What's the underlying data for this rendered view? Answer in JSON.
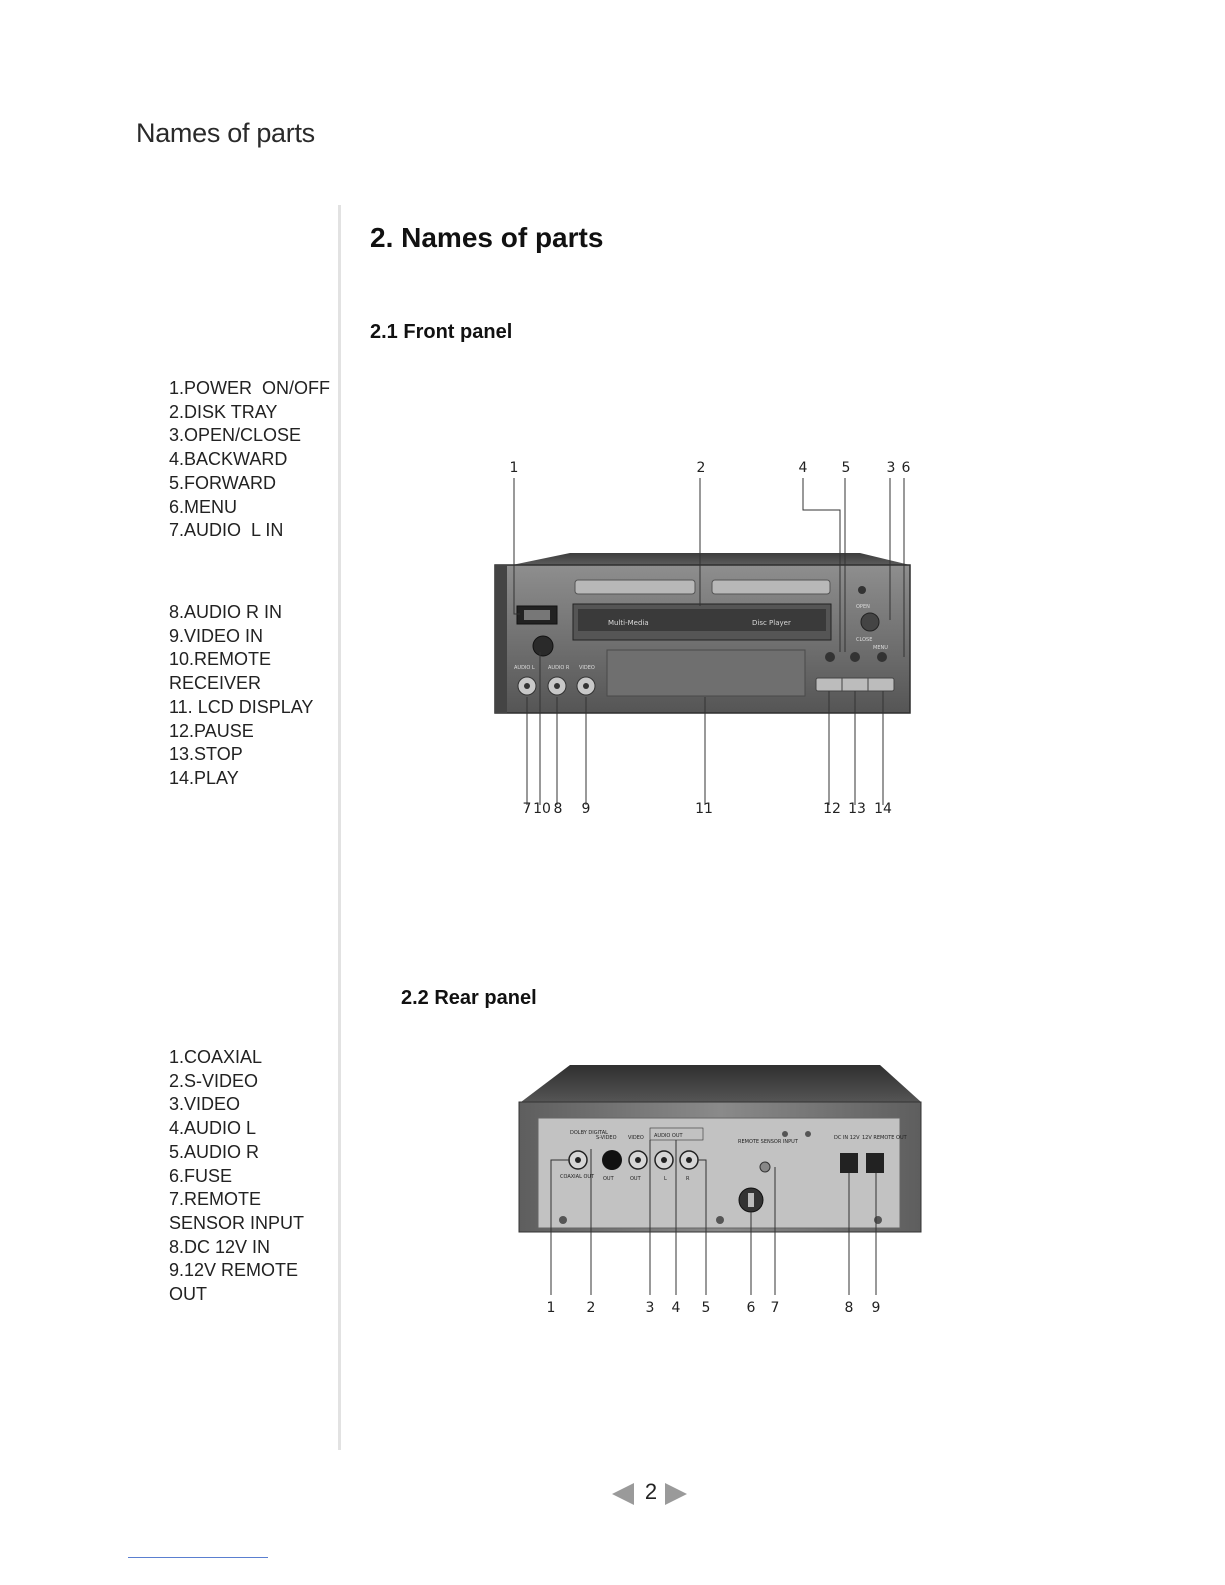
{
  "header": {
    "title": "Names of parts"
  },
  "section": {
    "title": "2.  Names of parts",
    "front_heading": "2.1  Front panel",
    "rear_heading": "2.2 Rear panel"
  },
  "front_panel": {
    "legend_group_a": [
      "1.POWER  ON/OFF",
      "2.DISK TRAY",
      "3.OPEN/CLOSE",
      "4.BACKWARD",
      "5.FORWARD",
      "6.MENU",
      "7.AUDIO  L IN"
    ],
    "legend_group_b": [
      "8.AUDIO R IN",
      "9.VIDEO IN",
      "10.REMOTE",
      "RECEIVER",
      "11. LCD DISPLAY",
      "12.PAUSE",
      "13.STOP",
      "14.PLAY"
    ],
    "callouts_top": [
      "1",
      "2",
      "4",
      "5",
      "3",
      "6"
    ],
    "callouts_bottom": [
      "7",
      "10",
      "8",
      "9",
      "11",
      "12",
      "13",
      "14"
    ],
    "device_labels": {
      "brand_left": "Multi-Media",
      "brand_right": "Disc Player",
      "open": "OPEN",
      "close": "CLOSE",
      "menu": "MENU",
      "jacks": [
        "AUDIO L",
        "AUDIO R",
        "VIDEO"
      ]
    }
  },
  "rear_panel": {
    "legend": [
      "1.COAXIAL",
      "2.S-VIDEO",
      "3.VIDEO",
      "4.AUDIO L",
      "5.AUDIO R",
      "6.FUSE",
      "7.REMOTE",
      "SENSOR INPUT",
      "8.DC 12V IN",
      "9.12V REMOTE",
      "OUT"
    ],
    "callouts": [
      "1",
      "2",
      "3",
      "4",
      "5",
      "6",
      "7",
      "8",
      "9"
    ],
    "device_labels": {
      "dolby_digital": "DOLBY DIGITAL",
      "coaxial_out": "COAXIAL OUT",
      "s_video": "S-VIDEO",
      "video": "VIDEO",
      "audio_out": "AUDIO OUT",
      "out": "OUT",
      "left": "L",
      "right": "R",
      "remote_sensor_input": "REMOTE SENSOR INPUT",
      "dc_in": "DC IN 12V",
      "remote_out": "12V REMOTE OUT"
    }
  },
  "footer": {
    "page_number": "2"
  }
}
